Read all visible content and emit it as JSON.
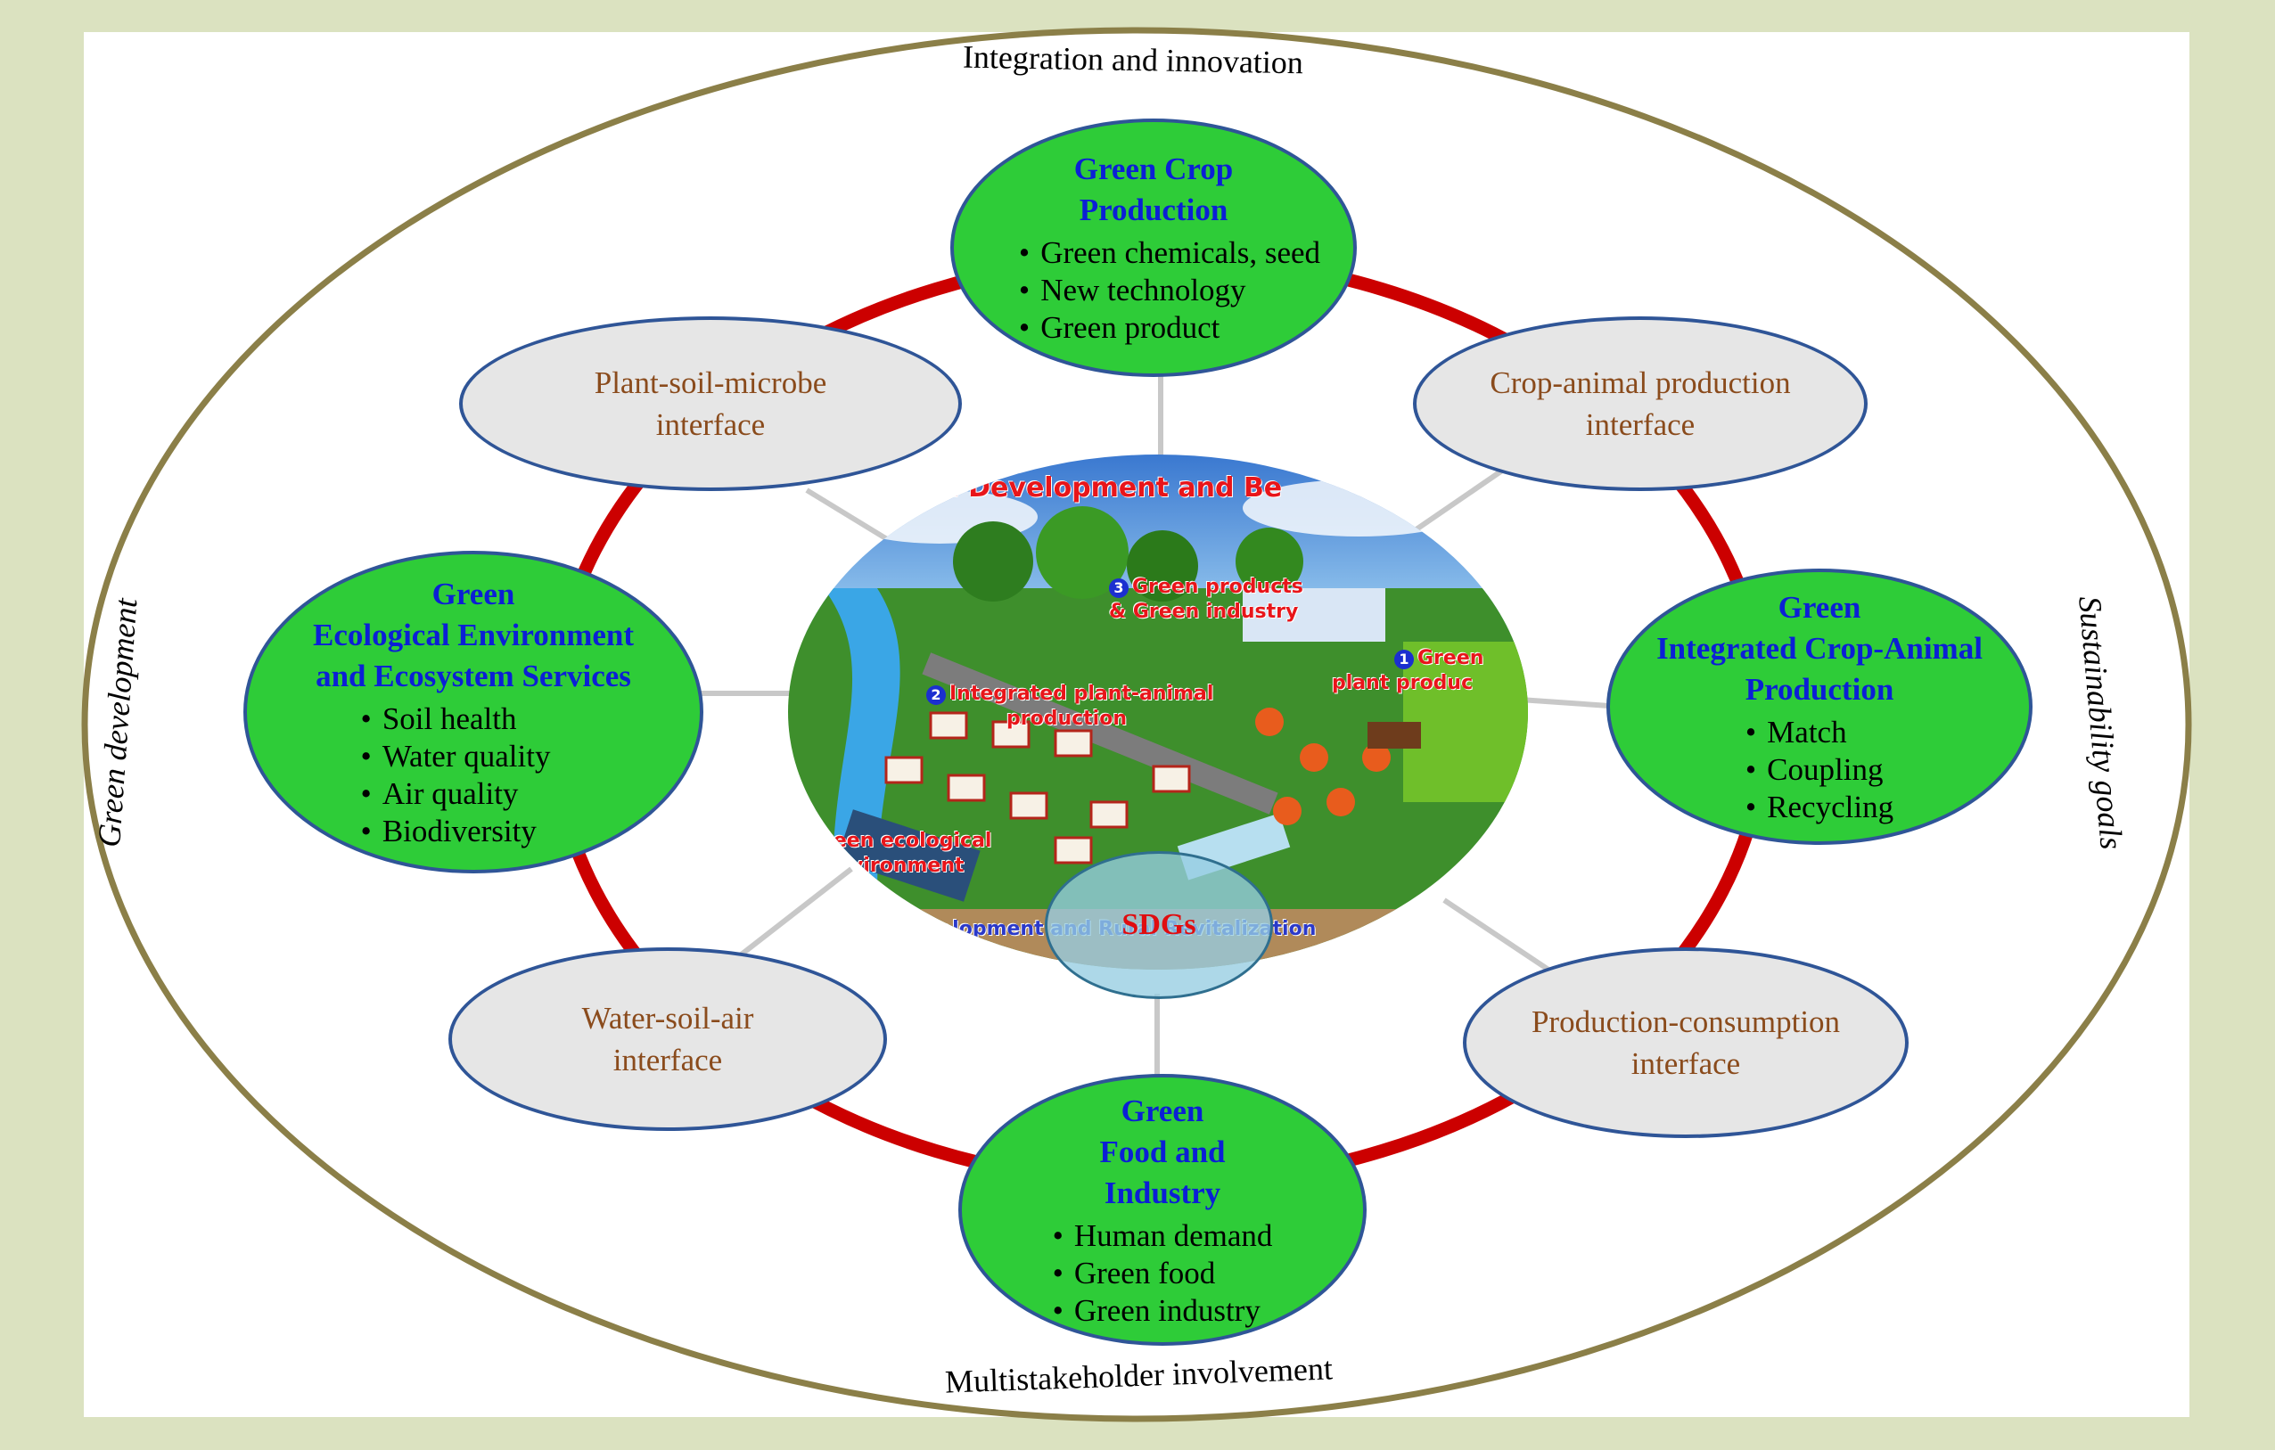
{
  "outer_labels": {
    "top": "Integration and innovation",
    "bottom": "Multistakeholder involvement",
    "left": "Green development",
    "right": "Sustainability goals"
  },
  "nodes": {
    "crop": {
      "title": [
        "Green Crop",
        "Production"
      ],
      "bullets": [
        "Green chemicals, seed",
        "New technology",
        "Green product"
      ]
    },
    "integrated": {
      "title": [
        "Green",
        "Integrated Crop-Animal",
        "Production"
      ],
      "bullets": [
        "Match",
        "Coupling",
        "Recycling"
      ]
    },
    "food": {
      "title": [
        "Green",
        "Food and",
        "Industry"
      ],
      "bullets": [
        "Human demand",
        "Green food",
        "Green industry"
      ]
    },
    "ecological": {
      "title": [
        "Green",
        "Ecological Environment",
        "and Ecosystem Services"
      ],
      "bullets": [
        "Soil health",
        "Water quality",
        "Air quality",
        "Biodiversity"
      ]
    }
  },
  "interfaces": {
    "plant_soil": [
      "Plant-soil-microbe",
      "interface"
    ],
    "crop_animal": [
      "Crop-animal production",
      "interface"
    ],
    "water_soil": [
      "Water-soil-air",
      "interface"
    ],
    "production_consumption": [
      "Production-consumption",
      "interface"
    ]
  },
  "center": {
    "banner_top": "en Development and Be",
    "label_3": "Green products",
    "label_3b": "& Green industry",
    "num_3": "3",
    "label_2": "Integrated plant-animal",
    "label_2b": "production",
    "num_2": "2",
    "label_1": "Green",
    "label_1b": "plant produc",
    "num_1": "1",
    "label_eco": "reen ecological",
    "label_eco_b": "vironment",
    "banner_bottom": "evelopment and Rural Revitalization",
    "sdgs": "SDGs"
  },
  "colors": {
    "ring": "#cc0000",
    "outer_ellipse": "#8b7f48",
    "node_green": "#2ecc38",
    "node_border": "#2f5597",
    "title_blue": "#0b1fd6",
    "interface_text": "#8a4b1c"
  }
}
